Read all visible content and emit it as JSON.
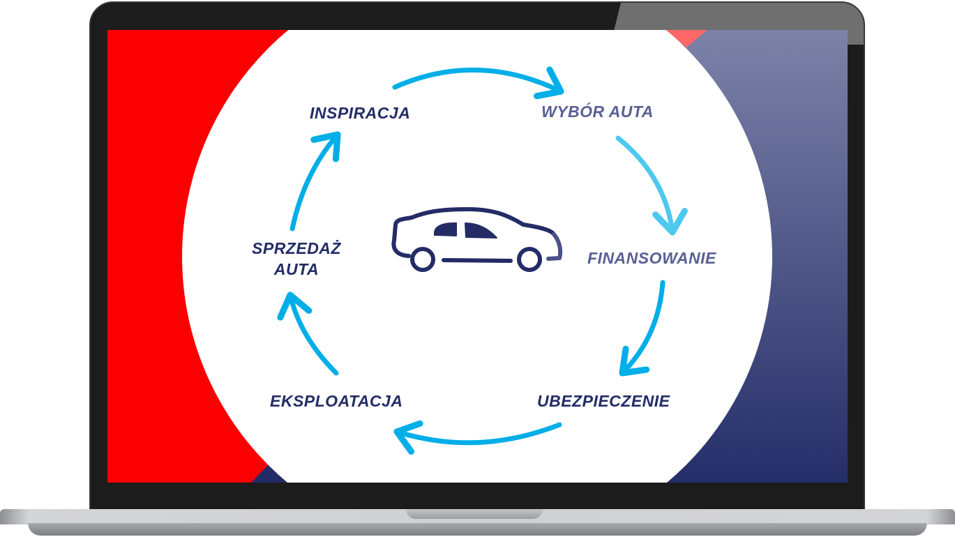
{
  "diagram": {
    "title": "Car lifecycle",
    "steps": [
      {
        "label": "INSPIRACJA"
      },
      {
        "label": "WYBÓR AUTA"
      },
      {
        "label": "FINANSOWANIE"
      },
      {
        "label": "UBEZPIECZENIE"
      },
      {
        "label": "EKSPLOATACJA"
      },
      {
        "label_line1": "SPRZEDAŻ",
        "label_line2": "AUTA"
      }
    ],
    "center_icon": "car-icon"
  },
  "colors": {
    "red": "#fa0000",
    "navy": "#232c66",
    "arrow": "#00aee8",
    "arrow_light": "#4dc8ee"
  }
}
